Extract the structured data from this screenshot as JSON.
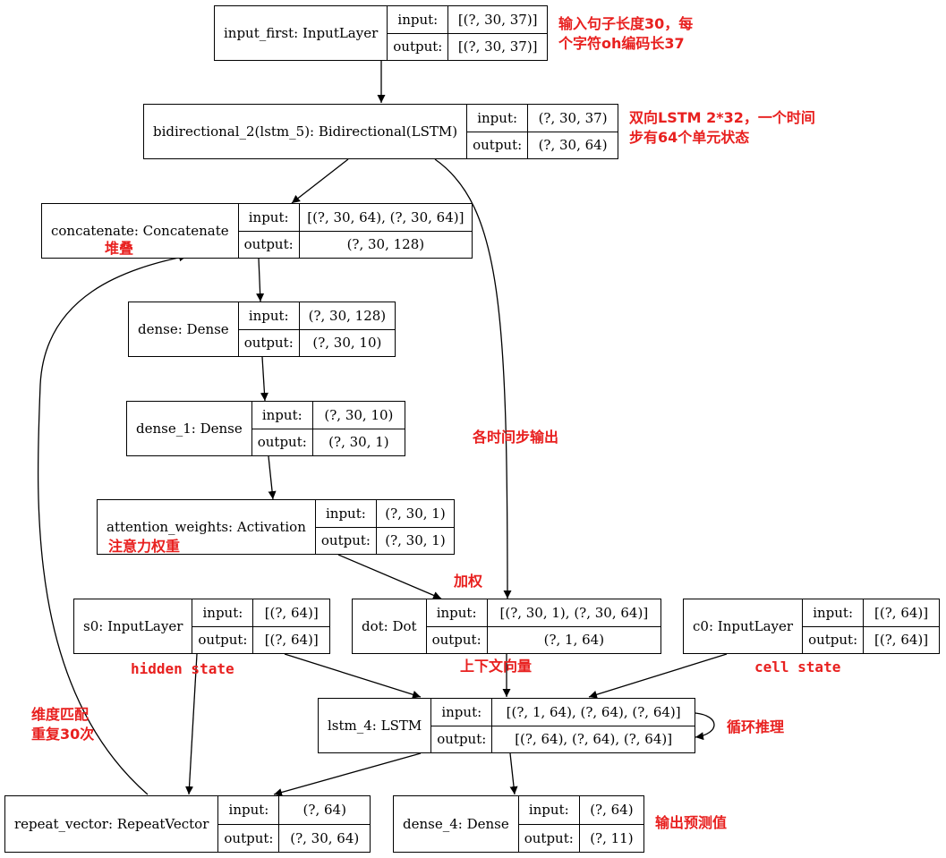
{
  "nodes": {
    "input_first": {
      "name": "input_first: InputLayer",
      "in_label": "input:",
      "out_label": "output:",
      "in": "[(?, 30, 37)]",
      "out": "[(?, 30, 37)]"
    },
    "bidirectional": {
      "name": "bidirectional_2(lstm_5): Bidirectional(LSTM)",
      "in_label": "input:",
      "out_label": "output:",
      "in": "(?, 30, 37)",
      "out": "(?, 30, 64)"
    },
    "concatenate": {
      "name": "concatenate: Concatenate",
      "in_label": "input:",
      "out_label": "output:",
      "in": "[(?, 30, 64), (?, 30, 64)]",
      "out": "(?, 30, 128)"
    },
    "dense": {
      "name": "dense: Dense",
      "in_label": "input:",
      "out_label": "output:",
      "in": "(?, 30, 128)",
      "out": "(?, 30, 10)"
    },
    "dense_1": {
      "name": "dense_1: Dense",
      "in_label": "input:",
      "out_label": "output:",
      "in": "(?, 30, 10)",
      "out": "(?, 30, 1)"
    },
    "attention": {
      "name": "attention_weights: Activation",
      "in_label": "input:",
      "out_label": "output:",
      "in": "(?, 30, 1)",
      "out": "(?, 30, 1)"
    },
    "s0": {
      "name": "s0: InputLayer",
      "in_label": "input:",
      "out_label": "output:",
      "in": "[(?, 64)]",
      "out": "[(?, 64)]"
    },
    "dot": {
      "name": "dot: Dot",
      "in_label": "input:",
      "out_label": "output:",
      "in": "[(?, 30, 1), (?, 30, 64)]",
      "out": "(?, 1, 64)"
    },
    "c0": {
      "name": "c0: InputLayer",
      "in_label": "input:",
      "out_label": "output:",
      "in": "[(?, 64)]",
      "out": "[(?, 64)]"
    },
    "lstm_4": {
      "name": "lstm_4: LSTM",
      "in_label": "input:",
      "out_label": "output:",
      "in": "[(?, 1, 64), (?, 64), (?, 64)]",
      "out": "[(?, 64), (?, 64), (?, 64)]"
    },
    "repeat_vector": {
      "name": "repeat_vector: RepeatVector",
      "in_label": "input:",
      "out_label": "output:",
      "in": "(?, 64)",
      "out": "(?, 30, 64)"
    },
    "dense_4": {
      "name": "dense_4: Dense",
      "in_label": "input:",
      "out_label": "output:",
      "in": "(?, 64)",
      "out": "(?, 11)"
    }
  },
  "annotations": {
    "input_note": "输入句子长度30，每\n个字符oh编码长37",
    "bilstm_note": "双向LSTM 2*32，一个时间\n步有64个单元状态",
    "stack_note": "堆叠",
    "timestep_note": "各时间步输出",
    "attention_note": "注意力权重",
    "weighted_note": "加权",
    "hidden_note": "hidden state",
    "context_note": "上下文向量",
    "cell_note": "cell state",
    "dim_note": "维度匹配\n重复30次",
    "loop_note": "循环推理",
    "output_note": "输出预测值"
  },
  "colors": {
    "annotation": "#e8201f",
    "line": "#000000"
  }
}
